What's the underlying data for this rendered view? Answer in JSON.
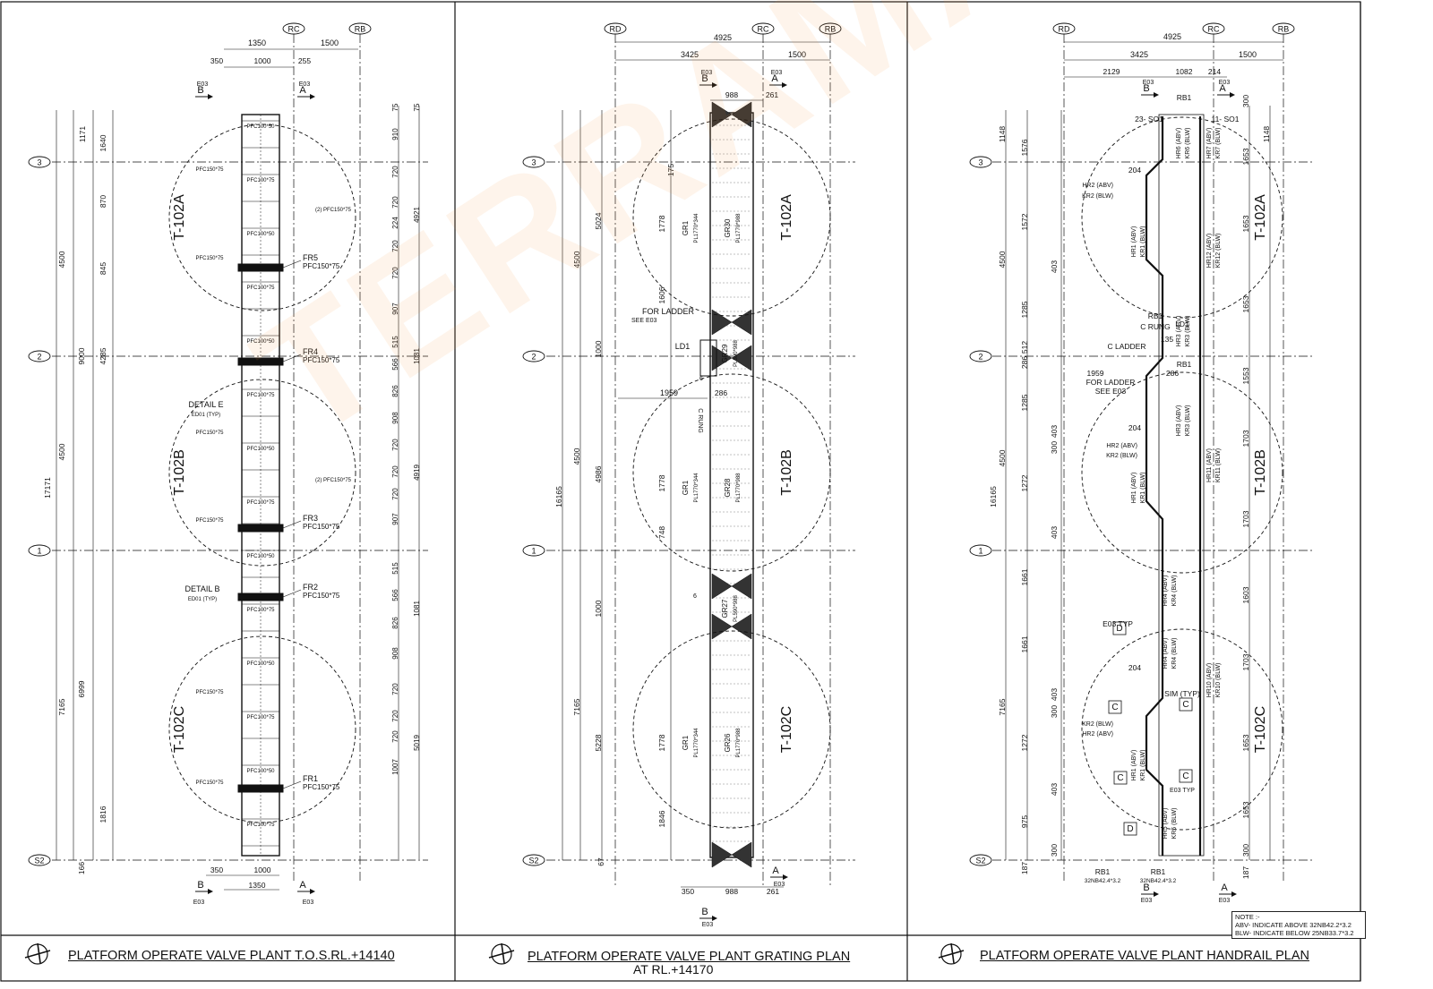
{
  "panels": [
    {
      "title": "PLATFORM OPERATE VALVE PLANT T.O.S.RL.+14140",
      "subtitle": "",
      "grid_top": [
        "RC",
        "RB"
      ],
      "tanks": [
        "T-102A",
        "T-102B",
        "T-102C"
      ],
      "frames": [
        "FR5",
        "FR4",
        "FR3",
        "FR2",
        "FR1"
      ],
      "frame_section": "PFC150*75",
      "details": [
        "DETAIL E",
        "DETAIL B"
      ],
      "detail_ref": "ED01 (TYP)",
      "top_dims": [
        "1350",
        "1500",
        "350",
        "1000",
        "255"
      ],
      "bottom_dims": [
        "350",
        "1000",
        "1350"
      ],
      "left_dims": [
        "1171",
        "1640",
        "4500",
        "9000",
        "4285",
        "17171",
        "4500",
        "6999",
        "7165",
        "870",
        "845",
        "1816",
        "166"
      ],
      "right_dims": [
        "75",
        "910",
        "720",
        "720",
        "224",
        "720",
        "720",
        "907",
        "515",
        "566",
        "826",
        "908",
        "720",
        "720",
        "720",
        "907",
        "515",
        "566",
        "826",
        "908",
        "720",
        "720",
        "720",
        "1007",
        "4921",
        "1081",
        "4919",
        "1081",
        "5019",
        "75"
      ],
      "member_labels": [
        "PFC100*75",
        "PFC100*50",
        "PFC150*75",
        "(2) PFC150*75"
      ],
      "section_marks": [
        "B",
        "A"
      ],
      "section_ref": "E03"
    },
    {
      "title": "PLATFORM OPERATE VALVE PLANT GRATING PLAN",
      "subtitle": "AT RL.+14170",
      "grid_top": [
        "RD",
        "RC",
        "RB"
      ],
      "tanks": [
        "T-102A",
        "T-102B",
        "T-102C"
      ],
      "top_dims": [
        "4925",
        "3425",
        "1500",
        "988",
        "261"
      ],
      "bottom_dims": [
        "350",
        "988",
        "261"
      ],
      "left_dims": [
        "4500",
        "5024",
        "1000",
        "4500",
        "4986",
        "16165",
        "7165",
        "5228",
        "1000",
        "1778",
        "1606",
        "1778",
        "748",
        "1778",
        "1846",
        "175",
        "67"
      ],
      "ladder_note": [
        "FOR LADDER",
        "SEE E03"
      ],
      "ladder_tag": "LD1",
      "ladder_dims": [
        "1959",
        "286",
        "6"
      ],
      "rung_label": "C RUNG",
      "grating_labels": [
        "GR1",
        "GR30",
        "GR29",
        "GR1",
        "GR28",
        "GR27",
        "GR1",
        "GR26"
      ],
      "plate_labels": [
        "PL1770*344",
        "PL1770*988",
        "PL590*988"
      ],
      "section_marks": [
        "B",
        "A"
      ],
      "section_ref": "E03"
    },
    {
      "title": "PLATFORM OPERATE VALVE PLANT HANDRAIL PLAN",
      "subtitle": "",
      "grid_top": [
        "RD",
        "RC",
        "RB"
      ],
      "tanks": [
        "T-102A",
        "T-102B",
        "T-102C"
      ],
      "top_dims": [
        "4925",
        "3425",
        "1500",
        "2129",
        "1082",
        "214"
      ],
      "left_dims": [
        "1148",
        "1576",
        "4500",
        "1572",
        "403",
        "1285",
        "512",
        "286",
        "1285",
        "403",
        "300",
        "4500",
        "1272",
        "16165",
        "403",
        "1661",
        "1661",
        "7165",
        "403",
        "300",
        "1272",
        "403",
        "975",
        "300",
        "187"
      ],
      "right_dims": [
        "300",
        "1148",
        "1653",
        "1653",
        "1653",
        "1553",
        "1703",
        "1703",
        "1603",
        "1703",
        "1653",
        "1653",
        "300",
        "187"
      ],
      "rail_labels": [
        "HR2 (ABV)",
        "KR2 (BLW)",
        "HR1 (ABV)",
        "KR1 (BLW)",
        "HR3 (ABV)",
        "KR3 (BLW)",
        "HR4 (ABV)",
        "KR4 (BLW)",
        "HR5 (ABV)",
        "KR5 (BLW)",
        "HR6 (ABV)",
        "KR6 (BLW)",
        "HR7 (ABV)",
        "KR7 (BLW)",
        "HR10 (ABV)",
        "KR10 (BLW)",
        "HR11 (ABV)",
        "KR11 (BLW)",
        "HR12 (ABV)",
        "KR12 (BLW)"
      ],
      "tags": [
        "RB1",
        "23- SO1",
        "11- SO1",
        "LD1",
        "C RUNG",
        "C LADDER",
        "FOR LADDER",
        "SEE E03",
        "E03 TYP",
        "SIM (TYP)",
        "204",
        "1959",
        "286",
        "135"
      ],
      "bottom_tags": [
        "RB1",
        "32NB42.4*3.2",
        "RB1",
        "32NB42.4*3.2"
      ],
      "section_marks": [
        "B",
        "A",
        "C",
        "D"
      ],
      "section_ref": "E03",
      "note": [
        "NOTE :-",
        "ABV- INDICATE ABOVE 32NB42.2*3.2",
        "BLW- INDICATE BELOW 25NB33.7*3.2"
      ]
    }
  ],
  "grid_rows": [
    "3",
    "2",
    "1",
    "S2"
  ],
  "watermark": "TERRAMATEK",
  "colors": {
    "ink": "#111111",
    "watermark": "#f5963c"
  }
}
